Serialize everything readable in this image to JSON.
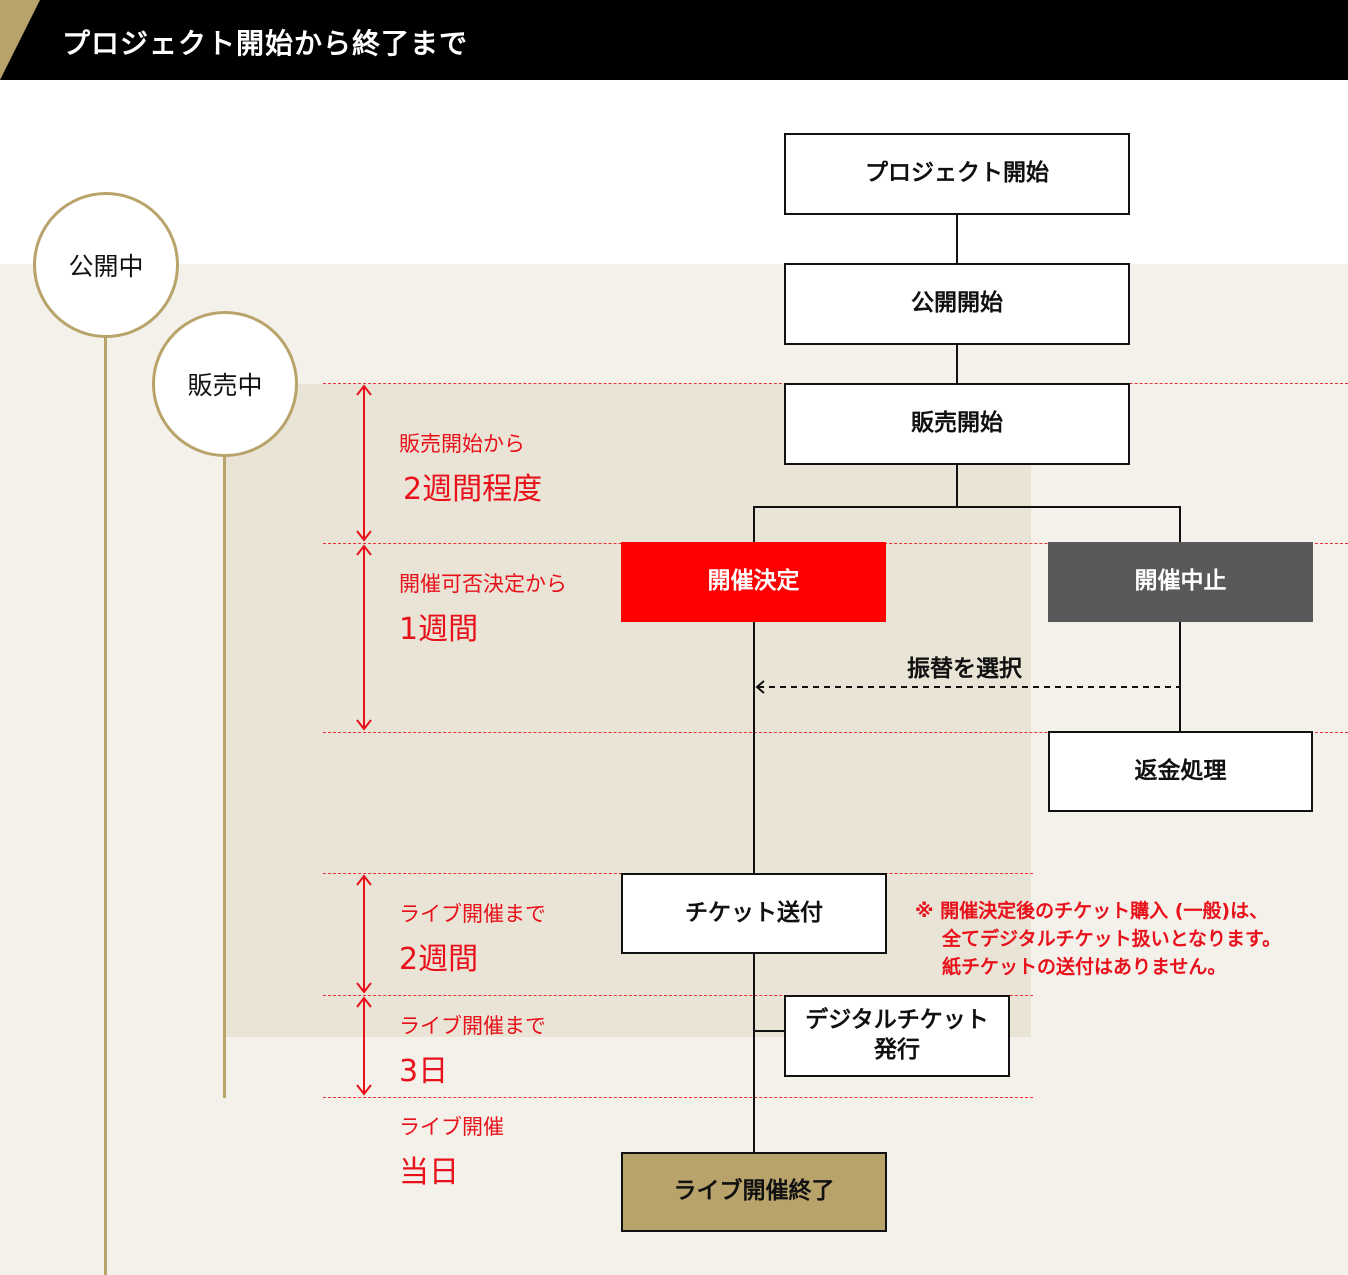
{
  "header": {
    "title": "プロジェクト開始から終了まで"
  },
  "phases": {
    "public": "公開中",
    "sales": "販売中"
  },
  "steps": {
    "project_start": "プロジェクト開始",
    "public_start": "公開開始",
    "sales_start": "販売開始",
    "event_confirmed": "開催決定",
    "event_canceled": "開催中止",
    "transfer_select": "振替を選択",
    "refund": "返金処理",
    "ticket_send": "チケット送付",
    "digital_ticket_line1": "デジタルチケット",
    "digital_ticket_line2": "発行",
    "live_end": "ライブ開催終了"
  },
  "periods": [
    {
      "label": "販売開始から",
      "value": "2週間程度"
    },
    {
      "label": "開催可否決定から",
      "value": "1週間"
    },
    {
      "label": "ライブ開催まで",
      "value": "2週間"
    },
    {
      "label": "ライブ開催まで",
      "value": "3日"
    },
    {
      "label": "ライブ開催",
      "value": "当日"
    }
  ],
  "note": {
    "line1": "※ 開催決定後のチケット購入 (一般)は、",
    "line2": "全てデジタルチケット扱いとなります。",
    "line3": "紙チケットの送付はありません。"
  },
  "colors": {
    "accent_gold": "#b8a36a",
    "highlight_red": "#ff0000",
    "cancel_gray": "#595959",
    "band_light": "#f4f1ea",
    "band_dark": "#eae4d6"
  }
}
